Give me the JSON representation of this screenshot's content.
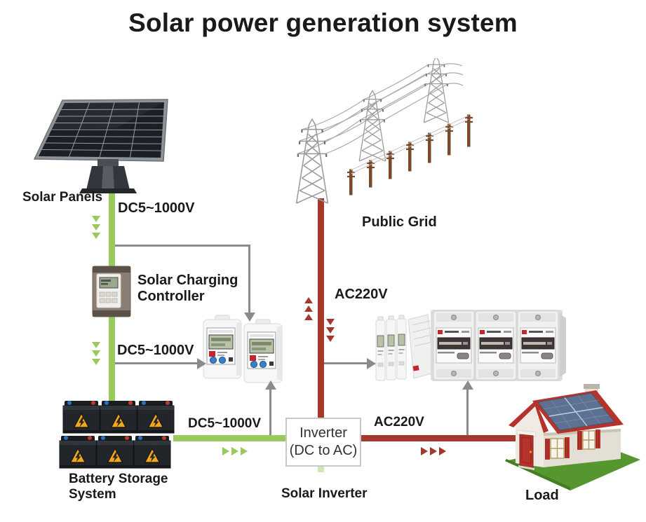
{
  "title": "Solar power generation system",
  "labels": {
    "solar_panels": "Solar Panels",
    "public_grid": "Public Grid",
    "solar_charging_controller": [
      "Solar Charging",
      "Controller"
    ],
    "battery_storage_system": [
      "Battery Storage",
      "System"
    ],
    "solar_inverter": "Solar Inverter",
    "load": "Load"
  },
  "inverter_box": {
    "line1": "Inverter",
    "line2": "(DC to AC)"
  },
  "wire_labels": {
    "dc_panel_to_controller": "DC5~1000V",
    "dc_controller_to_battery": "DC5~1000V",
    "dc_battery_to_inverter": "DC5~1000V",
    "ac_grid": "AC220V",
    "ac_inverter_to_load": "AC220V"
  },
  "colors": {
    "dc_wire": "#9ACA5E",
    "ac_wire": "#A5382C",
    "signal_wire": "#8B8B8B",
    "text": "#1A1A1A"
  }
}
